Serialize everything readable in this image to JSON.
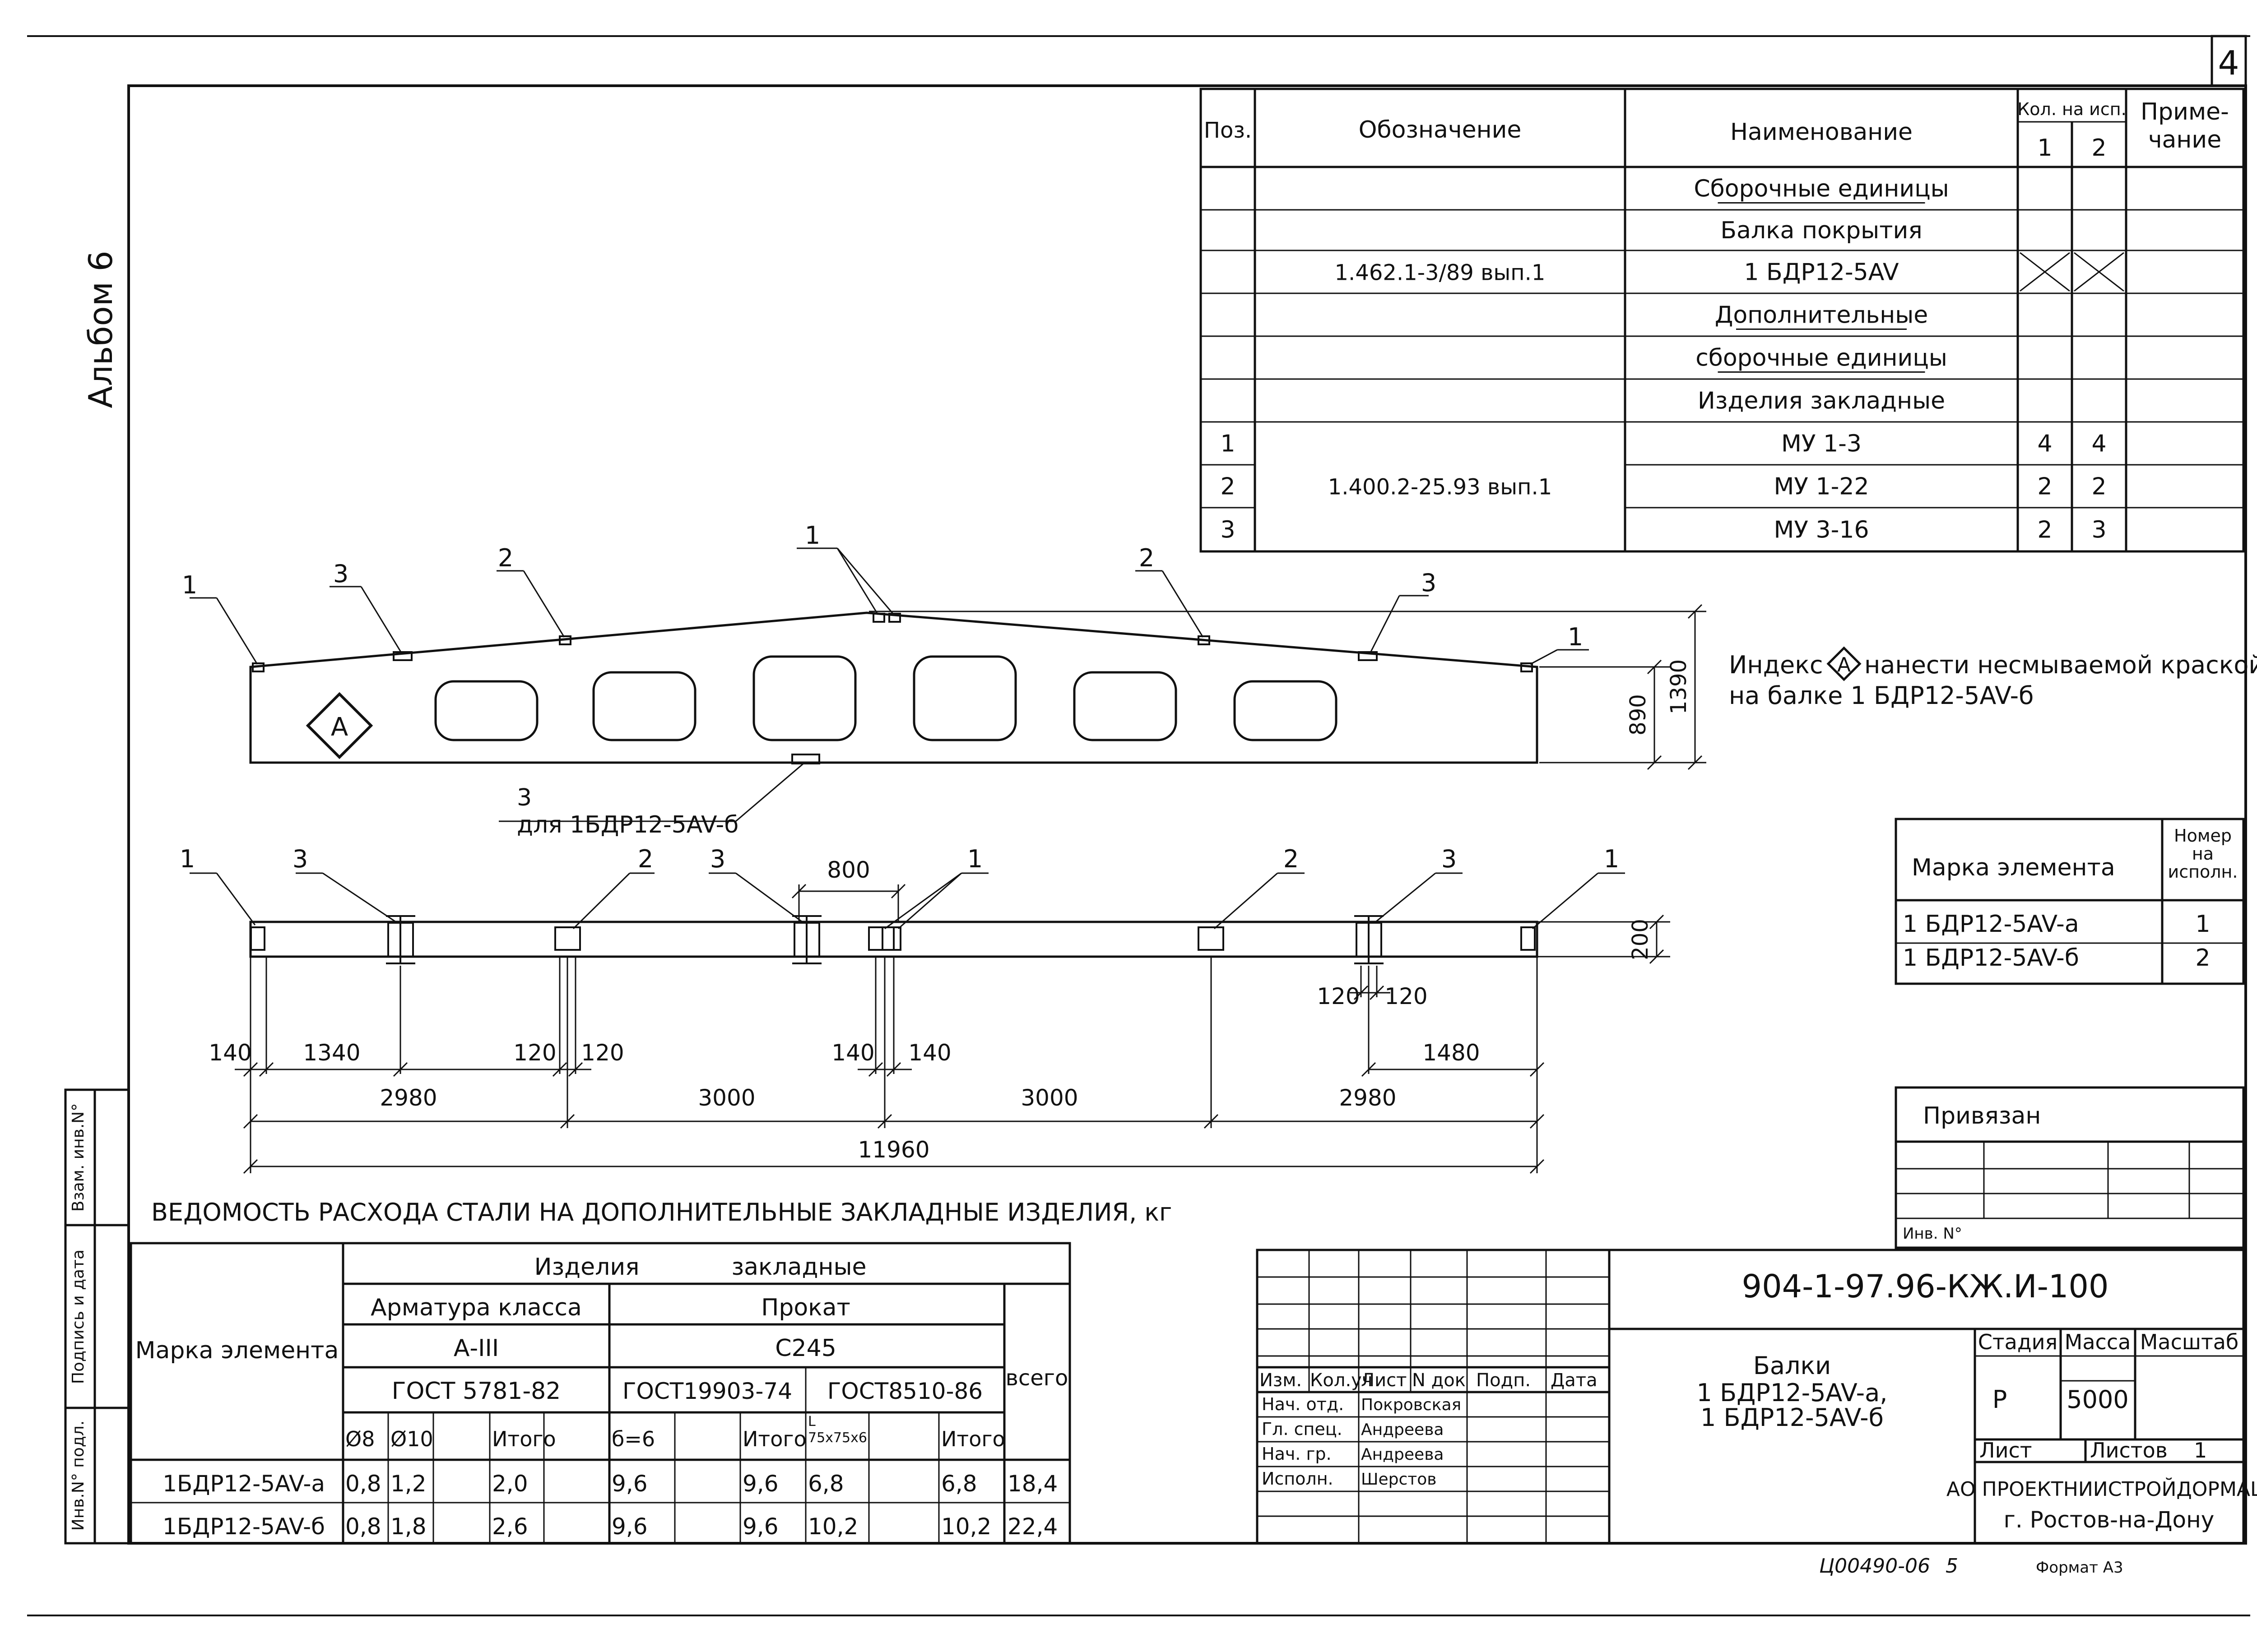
{
  "page": {
    "sheet_number": "4",
    "album": "Альбом 6"
  },
  "spec_table": {
    "headers": {
      "pos": "Поз.",
      "designation": "Обозначение",
      "name": "Наименование",
      "qty_group": "Кол. на исп.",
      "qty1": "1",
      "qty2": "2",
      "note": "Приме-\nчание"
    },
    "rows": [
      {
        "pos": "",
        "designation": "",
        "name": "Сборочные единицы",
        "q1": "",
        "q2": "",
        "underline": true
      },
      {
        "pos": "",
        "designation": "",
        "name": "Балка покрытия",
        "q1": "",
        "q2": ""
      },
      {
        "pos": "",
        "designation": "1.462.1-3/89 вып.1",
        "name": "1 БДР12-5AV",
        "q1": "",
        "q2": "",
        "crossed": true
      },
      {
        "pos": "",
        "designation": "",
        "name": "Дополнительные",
        "q1": "",
        "q2": "",
        "underline": true
      },
      {
        "pos": "",
        "designation": "",
        "name": "сборочные единицы",
        "q1": "",
        "q2": "",
        "underline": true
      },
      {
        "pos": "",
        "designation": "",
        "name": "Изделия закладные",
        "q1": "",
        "q2": ""
      },
      {
        "pos": "1",
        "designation": "",
        "name": "МУ 1-3",
        "q1": "4",
        "q2": "4"
      },
      {
        "pos": "2",
        "designation": "1.400.2-25.93 вып.1",
        "name": "МУ 1-22",
        "q1": "2",
        "q2": "2"
      },
      {
        "pos": "3",
        "designation": "",
        "name": "МУ 3-16",
        "q1": "2",
        "q2": "3"
      }
    ]
  },
  "beam_elevation": {
    "callouts": [
      "1",
      "3",
      "2",
      "1",
      "2",
      "3",
      "1"
    ],
    "index_mark": "А",
    "bottom_callout_num": "3",
    "bottom_callout_text": "для 1БДР12-5AV-б",
    "dim_890": "890",
    "dim_1390": "1390"
  },
  "index_note": {
    "line1_before": "Индекс",
    "line1_mark": "А",
    "line1_after": "нанести несмываемой краской",
    "line2": "на балке 1 БДР12-5AV-б"
  },
  "beam_plan": {
    "callouts": [
      "1",
      "3",
      "2",
      "3",
      "1",
      "2",
      "3",
      "1"
    ],
    "dim_800": "800",
    "dim_200": "200",
    "small_dims": [
      "140",
      "1340",
      "120",
      "120",
      "140",
      "140",
      "120",
      "120",
      "1480"
    ],
    "chain_dims": [
      "2980",
      "3000",
      "3000",
      "2980"
    ],
    "total": "11960"
  },
  "mark_table": {
    "header_mark": "Марка элемента",
    "header_num": "Номер\nна\nисполн.",
    "rows": [
      {
        "mark": "1 БДР12-5AV-а",
        "num": "1"
      },
      {
        "mark": "1 БДР12-5AV-б",
        "num": "2"
      }
    ]
  },
  "privyazan": {
    "label": "Привязан",
    "inv": "Инв. N°"
  },
  "steel_table": {
    "title": "ВЕДОМОСТЬ РАСХОДА СТАЛИ НА ДОПОЛНИТЕЛЬНЫЕ ЗАКЛАДНЫЕ ИЗДЕЛИЯ, кг",
    "h_mark": "Марка элемента",
    "h_izd1": "Изделия",
    "h_izd2": "закладные",
    "h_arm": "Арматура класса",
    "h_prokat": "Прокат",
    "h_a3": "А-III",
    "h_c245": "С245",
    "h_gost1": "ГОСТ 5781-82",
    "h_gost2": "ГОСТ19903-74",
    "h_gost3": "ГОСТ8510-86",
    "h_total": "всего",
    "sub": [
      "Ø8",
      "Ø10",
      "",
      "Итого",
      "б=6",
      "",
      "Итого",
      "L\n75х75х6",
      "",
      "Итого"
    ],
    "rows": [
      {
        "mark": "1БДР12-5AV-а",
        "vals": [
          "0,8",
          "1,2",
          "",
          "2,0",
          "9,6",
          "",
          "9,6",
          "6,8",
          "",
          "6,8"
        ],
        "total": "18,4"
      },
      {
        "mark": "1БДР12-5AV-б",
        "vals": [
          "0,8",
          "1,8",
          "",
          "2,6",
          "9,6",
          "",
          "9,6",
          "10,2",
          "",
          "10,2"
        ],
        "total": "22,4"
      }
    ]
  },
  "left_strip": [
    "Взам. инв.N°",
    "Подпись и дата",
    "Инв.N° подл."
  ],
  "title_block": {
    "code": "904-1-97.96-КЖ.И-100",
    "head": [
      "Изм.",
      "Кол.уч",
      "Лист",
      "N док",
      "Подп.",
      "Дата"
    ],
    "people": [
      {
        "role": "Нач. отд.",
        "name": "Покровская"
      },
      {
        "role": "Гл. спец.",
        "name": "Андреева"
      },
      {
        "role": "Нач. гр.",
        "name": "Андреева"
      },
      {
        "role": "Исполн.",
        "name": "Шерстов"
      }
    ],
    "doc_name": [
      "Балки",
      "1 БДР12-5AV-а,",
      "1 БДР12-5AV-б"
    ],
    "stage_h": "Стадия",
    "mass_h": "Масса",
    "scale_h": "Масштаб",
    "stage": "Р",
    "mass": "5000",
    "sheet_h": "Лист",
    "sheets_h": "Листов",
    "sheets": "1",
    "org1": "АО ПРОЕКТНИИСТРОЙДОРМАШ",
    "org2": "г. Ростов-на-Дону"
  },
  "footer": {
    "stamp": "Ц00490-06",
    "num": "5",
    "format": "Формат А3"
  }
}
